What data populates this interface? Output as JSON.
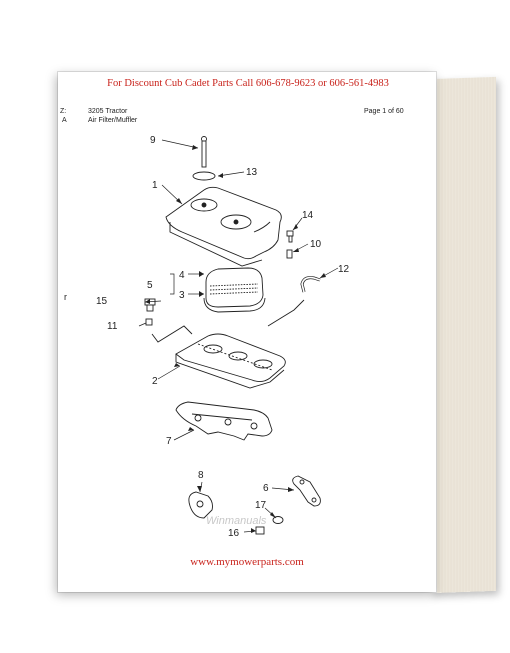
{
  "banner": "For  Discount Cub Cadet Parts Call 606-678-9623 or 606-561-4983",
  "header": {
    "model_prefix": "Z:",
    "model": "3205 Tractor",
    "section_prefix": "A",
    "section": "Air Filter/Muffler",
    "page_label": "Page 1 of 60"
  },
  "side_mark": "r",
  "callouts": {
    "c1": "1",
    "c2": "2",
    "c3": "3",
    "c4": "4",
    "c5": "5",
    "c6": "6",
    "c7": "7",
    "c8": "8",
    "c9": "9",
    "c10": "10",
    "c11": "11",
    "c12": "12",
    "c13": "13",
    "c14": "14",
    "c15": "15",
    "c16": "16",
    "c17": "17"
  },
  "watermark": "Winmanuals",
  "footer_url": "www.mymowerparts.com"
}
